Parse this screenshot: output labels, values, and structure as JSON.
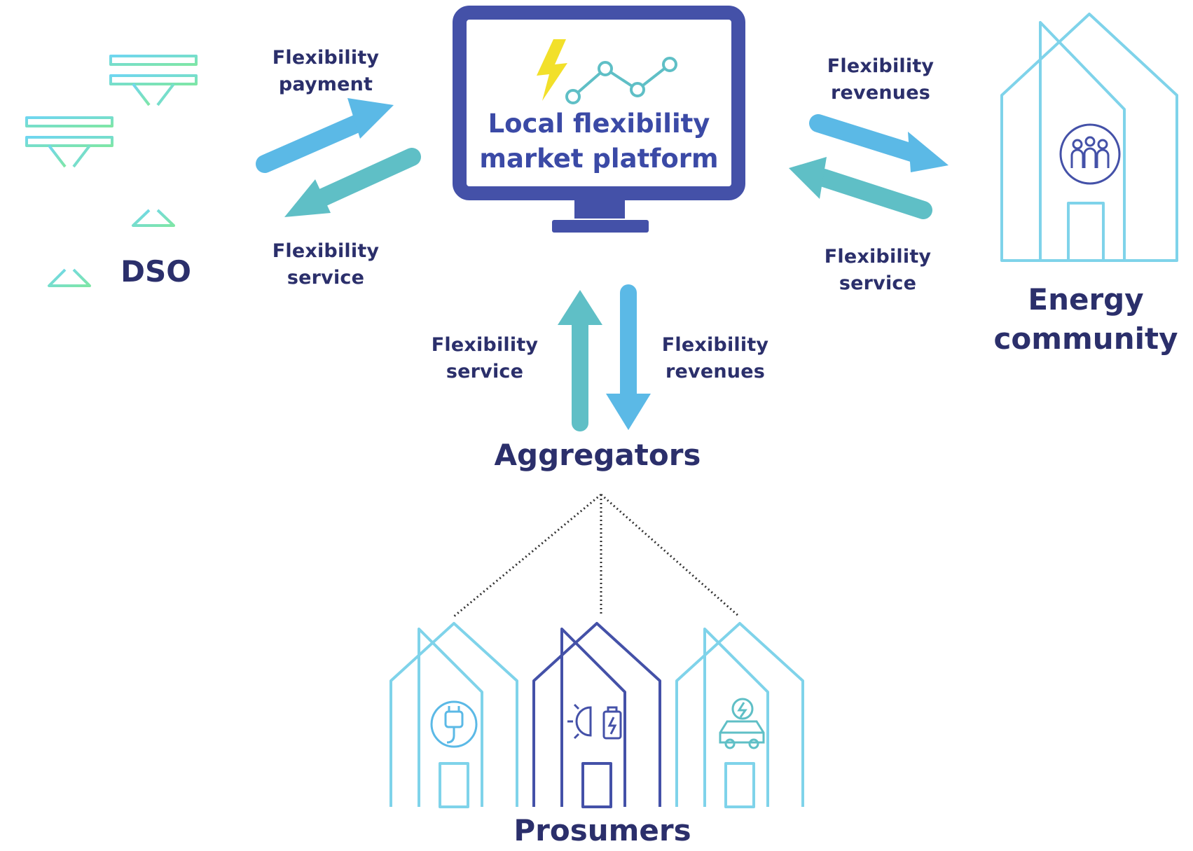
{
  "platform": {
    "title_line1": "Local flexibility",
    "title_line2": "market platform"
  },
  "actors": {
    "dso": "DSO",
    "energy_community": {
      "line1": "Energy",
      "line2": "community"
    },
    "aggregators": "Aggregators",
    "prosumers": "Prosumers"
  },
  "flows": {
    "dso_payment": {
      "line1": "Flexibility",
      "line2": "payment"
    },
    "dso_service": {
      "line1": "Flexibility",
      "line2": "service"
    },
    "community_revenues": {
      "line1": "Flexibility",
      "line2": "revenues"
    },
    "community_service": {
      "line1": "Flexibility",
      "line2": "service"
    },
    "aggregator_service": {
      "line1": "Flexibility",
      "line2": "service"
    },
    "aggregator_revenues": {
      "line1": "Flexibility",
      "line2": "revenues"
    }
  },
  "colors": {
    "navy": "#2b2f6b",
    "monitor": "#4451a8",
    "arrow_blue": "#5bb9e6",
    "arrow_teal": "#5fbfc6",
    "line_light": "#7fd3ea",
    "bolt": "#f2e02a"
  },
  "icons": [
    "power-pylon-icon",
    "monitor-icon",
    "lightning-bolt-icon",
    "trend-line-icon",
    "community-people-icon",
    "plug-icon",
    "solar-battery-icon",
    "electric-car-icon"
  ]
}
